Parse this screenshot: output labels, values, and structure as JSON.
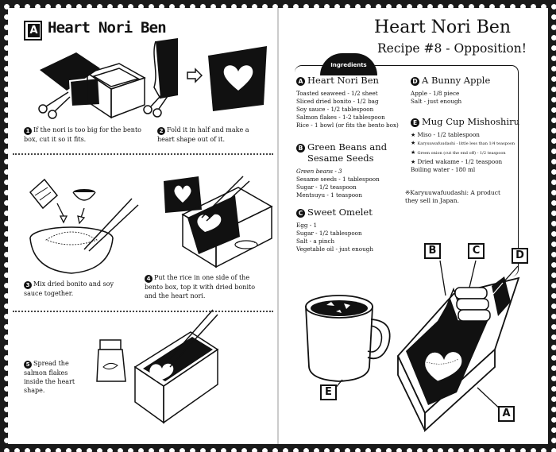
{
  "left_page": {
    "badge": "A",
    "title": "Heart Nori Ben",
    "steps": [
      {
        "num": "1",
        "text": "If the nori is too big for the bento box, cut it so it fits."
      },
      {
        "num": "2",
        "text": "Fold it in half and make a heart shape out of it."
      },
      {
        "num": "3",
        "text": "Mix dried bonito and soy sauce together."
      },
      {
        "num": "4",
        "text": "Put the rice in one side of the bento box, top it with dried bonito and the heart nori."
      },
      {
        "num": "5",
        "text": "Spread the salmon flakes inside the heart shape."
      }
    ],
    "icons": [
      "scissors-icon",
      "nori-sheet-icon",
      "bento-box-icon",
      "heart-icon",
      "arrow-right-icon",
      "mixing-bowl-icon",
      "chopsticks-icon",
      "salmon-jar-icon"
    ]
  },
  "right_page": {
    "title": "Heart Nori Ben",
    "subtitle": "Recipe #8 - Opposition!",
    "ingredients_tab": "Ingredients",
    "sections": {
      "a": {
        "letter": "A",
        "name": "Heart Nori Ben",
        "items": [
          "Toasted seaweed - 1/2 sheet",
          "Sliced dried bonito - 1/2 bag",
          "Soy sauce - 1/2 tablespoon",
          "Salmon flakes - 1-2 tablespoon",
          "Rice - 1 bowl (or fits the bento box)"
        ]
      },
      "b": {
        "letter": "B",
        "name_line1": "Green Beans and",
        "name_line2": "Sesame Seeds",
        "items": [
          "Green beans - 3",
          "Sesame seeds - 1 tablespoon",
          "Sugar - 1/2 teaspoon",
          "Mentsuyu - 1 teaspoon"
        ]
      },
      "c": {
        "letter": "C",
        "name": "Sweet Omelet",
        "items": [
          "Egg - 1",
          "Sugar - 1/2 tablespoon",
          "Salt - a pinch",
          "Vegetable oil - just enough"
        ]
      },
      "d": {
        "letter": "D",
        "name": "A Bunny Apple",
        "items": [
          "Apple - 1/8 piece",
          "Salt - just enough"
        ]
      },
      "e": {
        "letter": "E",
        "name": "Mug Cup Mishoshiru",
        "items": [
          "Miso - 1/2 tablespoon",
          "Karyuuwafuudashi - little less than 1/4 teaspoon",
          "Green onion (cut the end off) - 1/2 teaspoon",
          "Dried wakame - 1/2 teaspoon",
          "Boiling water - 180 ml"
        ]
      }
    },
    "note": "※Karyuuwafuudashi: A product they sell in Japan.",
    "callouts": [
      "B",
      "C",
      "D",
      "E",
      "A"
    ],
    "icons": [
      "soup-mug-icon",
      "bento-lunch-icon",
      "heart-rice-icon"
    ]
  }
}
